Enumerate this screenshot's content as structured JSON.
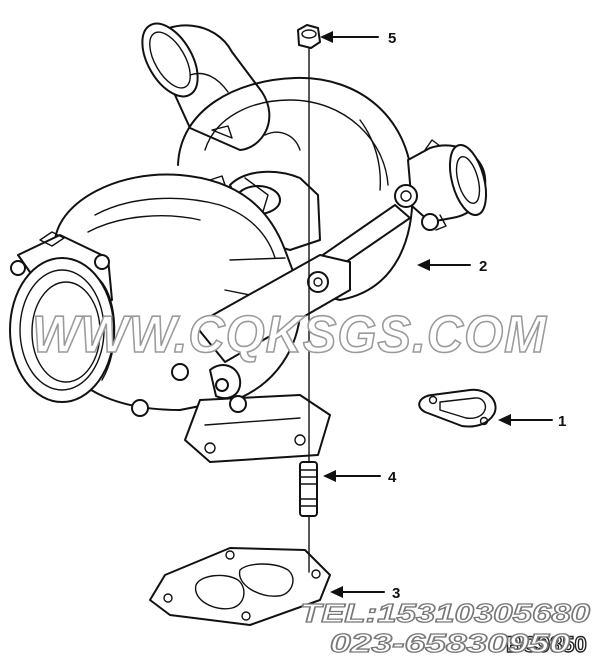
{
  "diagram": {
    "callouts": [
      {
        "id": "1",
        "label": "1"
      },
      {
        "id": "2",
        "label": "2"
      },
      {
        "id": "3",
        "label": "3"
      },
      {
        "id": "4",
        "label": "4"
      },
      {
        "id": "5",
        "label": "5"
      }
    ],
    "drawing_code": "BC9850"
  },
  "watermark": {
    "site": "WWW.CQKSGS.COM",
    "phone_line1": "TEL:15310305680",
    "phone_line2": "023-65830950"
  },
  "colors": {
    "line": "#111111",
    "watermark_outline": "#9a9a9a",
    "background": "#ffffff"
  }
}
